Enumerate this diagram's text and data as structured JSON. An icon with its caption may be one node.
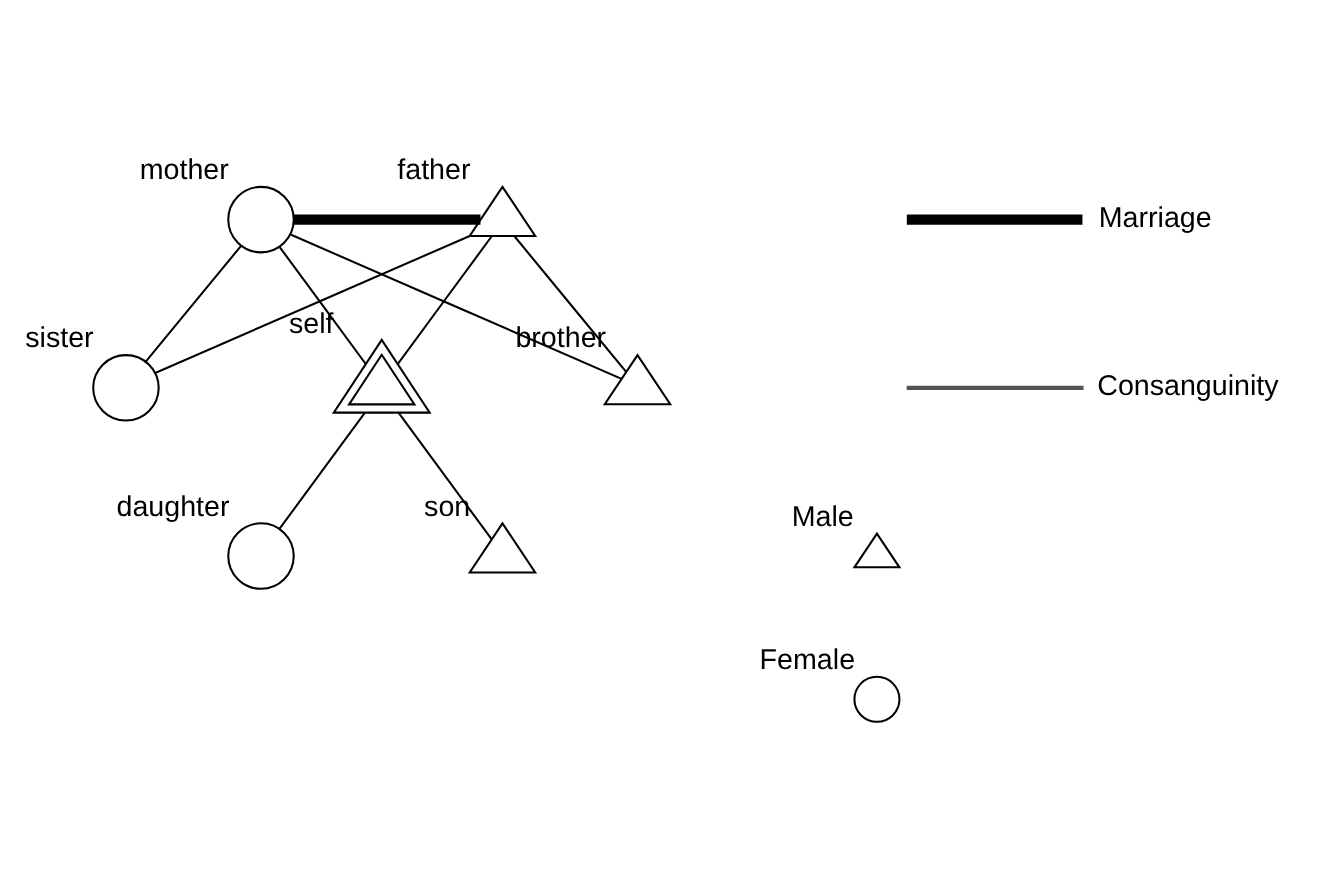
{
  "diagram": {
    "nodes": [
      {
        "text": [],
        "shape": "circle",
        "beside": [
          "mother"
        ]
      },
      {
        "text": [],
        "shape": "triangle",
        "beside": [
          "father"
        ]
      },
      {
        "text": [],
        "shape": "circle",
        "beside": [
          "sister"
        ]
      },
      {
        "text": [],
        "shape": "triangle",
        "beside": [
          "self"
        ]
      },
      {
        "text": [],
        "shape": "triangle",
        "beside": [
          "brother"
        ]
      },
      {
        "text": [],
        "shape": "circle",
        "beside": [
          "daughter"
        ]
      },
      {
        "text": [],
        "shape": "triangle",
        "beside": [
          "son"
        ]
      }
    ],
    "edges": [
      {
        "from": 0,
        "to": 1,
        "arrow": "none",
        "style": "thick"
      },
      {
        "from": 0,
        "to": 2,
        "arrow": "none"
      },
      {
        "from": 1,
        "to": 2,
        "arrow": "none"
      },
      {
        "from": 0,
        "to": 3,
        "arrow": "none"
      },
      {
        "from": 1,
        "to": 3,
        "arrow": "none"
      },
      {
        "from": 0,
        "to": 4,
        "arrow": "none"
      },
      {
        "from": 1,
        "to": 4,
        "arrow": "none"
      },
      {
        "from": 3,
        "to": 5,
        "arrow": "none"
      },
      {
        "from": 3,
        "to": 6,
        "arrow": "none"
      }
    ],
    "legend": [
      {
        "text": "Marriage"
      },
      {
        "text": "Consanguinity"
      },
      {
        "text": "Male"
      },
      {
        "text": "Female"
      }
    ]
  }
}
